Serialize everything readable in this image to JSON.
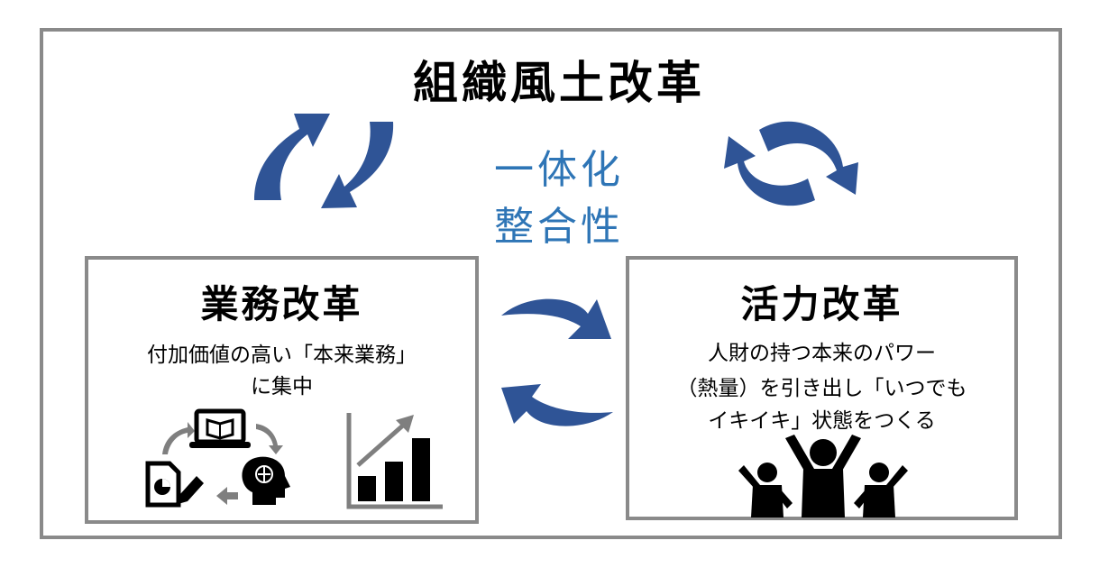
{
  "diagram": {
    "title": "組織風土改革",
    "center": {
      "line1": "一体化",
      "line2": "整合性"
    },
    "boxes": {
      "gyomu": {
        "title": "業務改革",
        "lines": [
          "付加価値の高い「本来業務」",
          "に集中"
        ],
        "icons": [
          "document-chart-pencil-icon",
          "laptop-book-icon",
          "brain-head-icon",
          "cycle-arrows-icon",
          "bar-chart-growth-icon"
        ]
      },
      "katsuryoku": {
        "title": "活力改革",
        "lines": [
          "人財の持つ本来のパワー",
          "（熱量）を引き出し「いつでも",
          "イキイキ」状態をつくる"
        ],
        "icons": [
          "cheering-people-icon"
        ]
      }
    },
    "colors": {
      "arrow": "#2f5496",
      "center_text": "#2e75b6",
      "frame": "#8a8a8a",
      "icon": "#000000",
      "icon_arrow": "#7f7f7f"
    }
  }
}
